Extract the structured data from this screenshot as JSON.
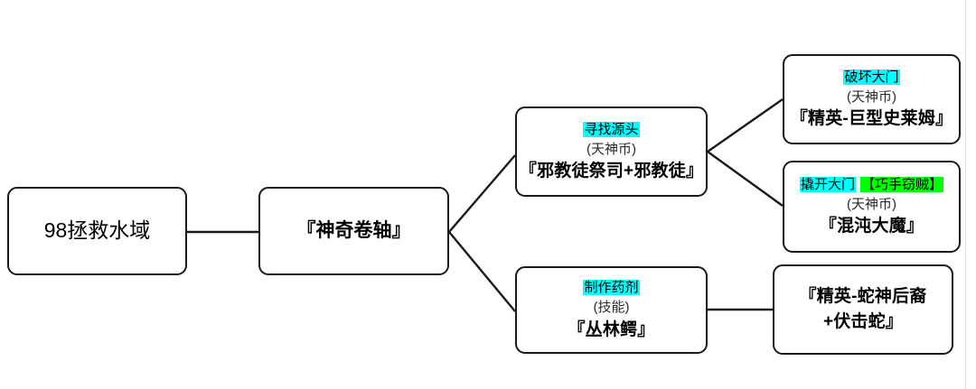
{
  "diagram": {
    "type": "flowchart",
    "orientation": "left-to-right",
    "background_color": "#ffffff",
    "node_border_color": "#1a1a1a",
    "edge_color": "#1a1a1a",
    "highlight_colors": {
      "cyan": "#00ffff",
      "green": "#00ff00"
    }
  },
  "nodes": [
    {
      "id": "quest-root",
      "name": "98拯救水域",
      "lines": [
        {
          "text": "98拯救水域",
          "style": "plain",
          "highlight": "none"
        }
      ]
    },
    {
      "id": "magic-scroll",
      "name": "『神奇卷轴』",
      "lines": [
        {
          "text": "『神奇卷轴』",
          "style": "plain-bold",
          "highlight": "none"
        }
      ]
    },
    {
      "id": "find-source",
      "name": "寻找源头",
      "lines": [
        {
          "text": "寻找源头",
          "style": "title",
          "highlight": "cyan"
        },
        {
          "text": "(天神币)",
          "style": "sub",
          "highlight": "none"
        },
        {
          "text": "『邪教徒祭司+邪教徒』",
          "style": "main",
          "highlight": "none"
        }
      ]
    },
    {
      "id": "break-gate",
      "name": "破坏大门",
      "lines": [
        {
          "text": "破坏大门",
          "style": "title",
          "highlight": "cyan"
        },
        {
          "text": "(天神币)",
          "style": "sub",
          "highlight": "none"
        },
        {
          "text": "『精英-巨型史莱姆』",
          "style": "main",
          "highlight": "none"
        }
      ]
    },
    {
      "id": "pry-gate",
      "name": "撬开大门【巧手窃贼】",
      "lines": [
        {
          "style": "title",
          "highlight": "split",
          "segments": [
            {
              "text": "撬开大门",
              "highlight": "cyan"
            },
            {
              "text": "【巧手窃贼】",
              "highlight": "green"
            }
          ]
        },
        {
          "text": "(天神币)",
          "style": "sub",
          "highlight": "none"
        },
        {
          "text": "『混沌大魔』",
          "style": "main",
          "highlight": "none"
        }
      ]
    },
    {
      "id": "make-potion",
      "name": "制作药剂",
      "lines": [
        {
          "text": "制作药剂",
          "style": "title",
          "highlight": "cyan"
        },
        {
          "text": "(技能)",
          "style": "sub",
          "highlight": "none"
        },
        {
          "text": "『丛林鳄』",
          "style": "main",
          "highlight": "none"
        }
      ]
    },
    {
      "id": "snake-elite",
      "name": "『精英-蛇神后裔+伏击蛇』",
      "lines": [
        {
          "text": "『精英-蛇神后裔 +伏击蛇』",
          "style": "main-wrap",
          "highlight": "none"
        }
      ]
    }
  ],
  "edges": [
    {
      "from": "quest-root",
      "to": "magic-scroll",
      "shape": "straight"
    },
    {
      "from": "magic-scroll",
      "to": "find-source",
      "shape": "diagonal"
    },
    {
      "from": "magic-scroll",
      "to": "make-potion",
      "shape": "diagonal"
    },
    {
      "from": "find-source",
      "to": "break-gate",
      "shape": "diagonal"
    },
    {
      "from": "find-source",
      "to": "pry-gate",
      "shape": "diagonal"
    },
    {
      "from": "make-potion",
      "to": "snake-elite",
      "shape": "straight"
    }
  ],
  "text": {
    "root_label": "98拯救水域",
    "scroll_label": "『神奇卷轴』",
    "find_source_title": "寻找源头",
    "find_source_sub": "(天神币)",
    "find_source_main": "『邪教徒祭司+邪教徒』",
    "break_gate_title": "破坏大门",
    "break_gate_sub": "(天神币)",
    "break_gate_main": "『精英-巨型史莱姆』",
    "pry_gate_title_cyan": "撬开大门",
    "pry_gate_title_green": "【巧手窃贼】",
    "pry_gate_sub": "(天神币)",
    "pry_gate_main": "『混沌大魔』",
    "make_potion_title": "制作药剂",
    "make_potion_sub": "(技能)",
    "make_potion_main": "『丛林鳄』",
    "snake_elite_main": "『精英-蛇神后裔 +伏击蛇』"
  }
}
